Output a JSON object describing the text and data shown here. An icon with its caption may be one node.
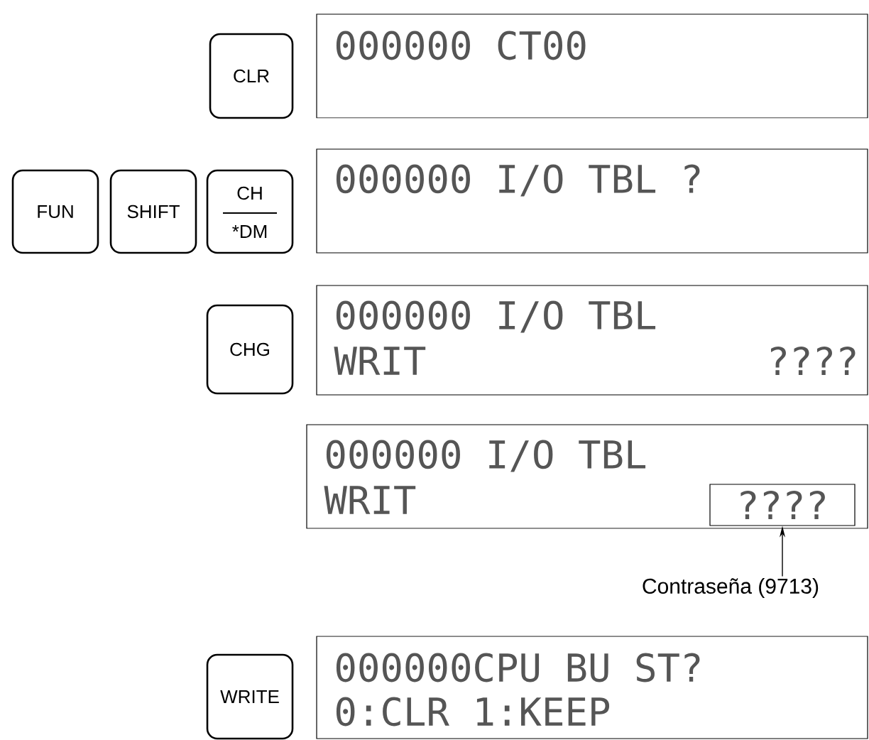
{
  "diagram": {
    "nodes": [
      {
        "text": [
          "CLR"
        ]
      },
      {
        "text": [
          "000000 CT00"
        ]
      },
      {
        "text": [
          "FUN"
        ]
      },
      {
        "text": [
          "SHIFT"
        ]
      },
      {
        "text": [
          "CH",
          "*DM"
        ]
      },
      {
        "text": [
          "000000 I/O TBL ?"
        ]
      },
      {
        "text": [
          "CHG"
        ]
      },
      {
        "text": [
          "000000 I/O TBL",
          "WRIT",
          "????"
        ]
      },
      {
        "text": [
          "000000 I/O TBL",
          "WRIT"
        ]
      },
      {
        "text": [
          "????"
        ],
        "in": 8
      },
      {
        "text": [
          "Contraseña (9713)"
        ]
      },
      {
        "text": [
          "WRITE"
        ]
      },
      {
        "text": [
          "000000CPU BU ST?",
          "0:CLR 1:KEEP"
        ]
      }
    ],
    "edges": [
      {
        "from": 10,
        "to": 9,
        "arrow": "to"
      }
    ]
  }
}
